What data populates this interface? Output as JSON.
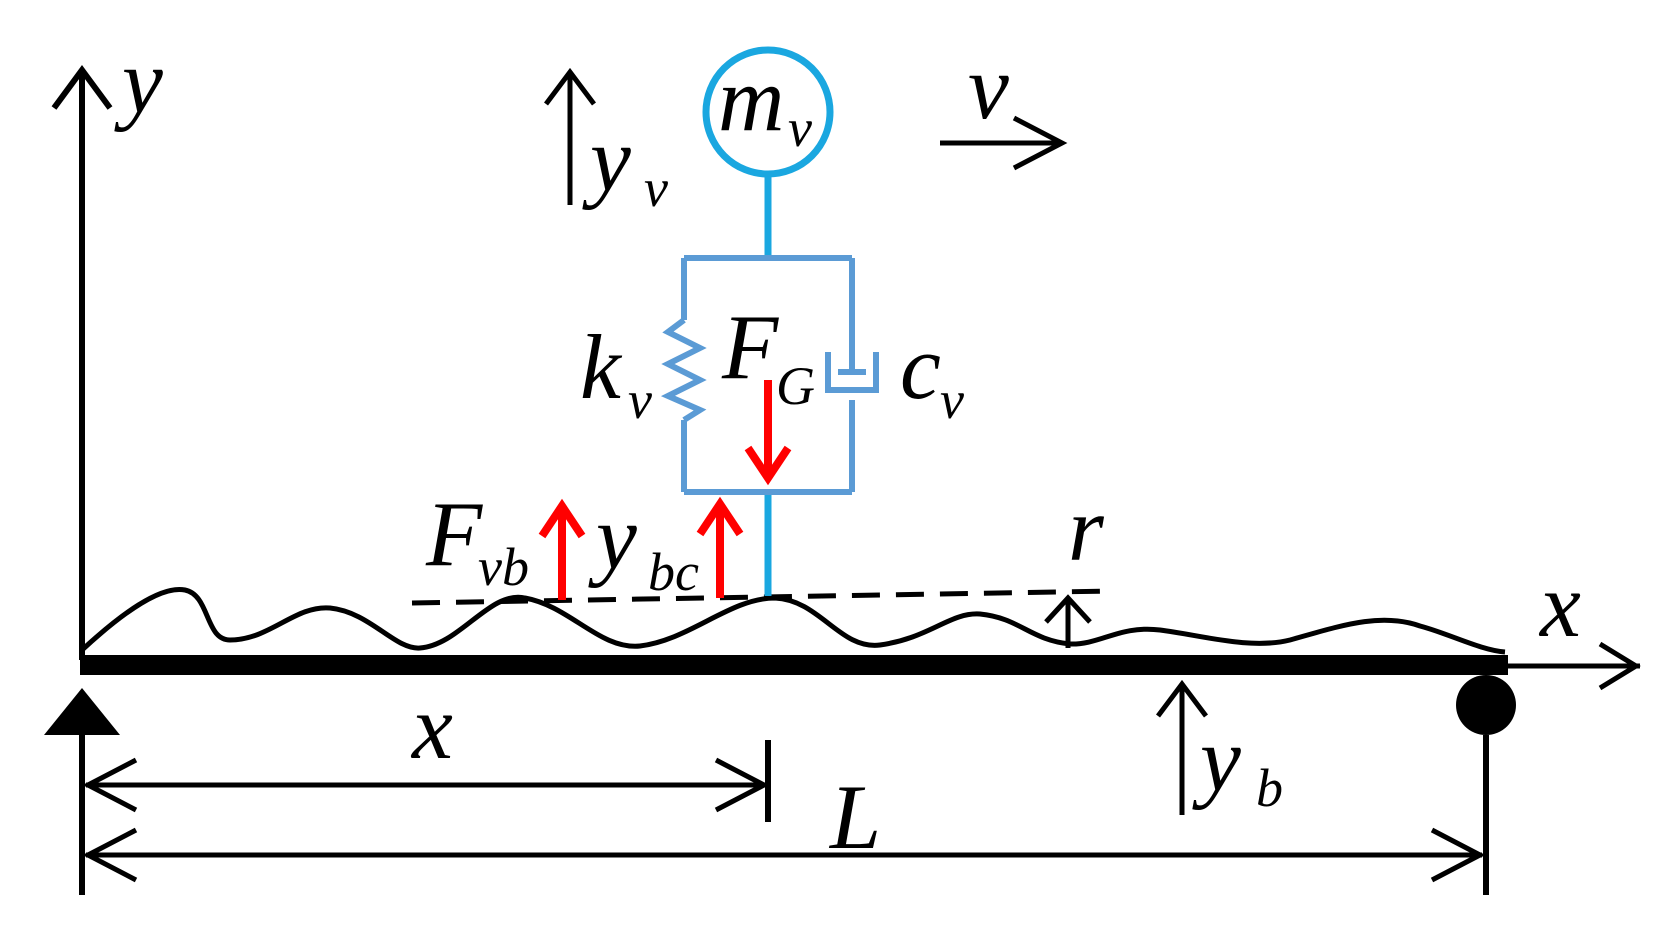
{
  "colors": {
    "ink": "#000000",
    "vehicle": "#1aa7e0",
    "suspension": "#5b9bd5",
    "force": "#ff0000"
  },
  "labels": {
    "y_axis": "y",
    "x_axis": "x",
    "mass": {
      "main": "m",
      "sub": "v"
    },
    "velocity": "v",
    "vehicle_disp": {
      "main": "y",
      "sub": "v"
    },
    "stiffness": {
      "main": "k",
      "sub": "v"
    },
    "damping": {
      "main": "c",
      "sub": "v"
    },
    "gravity": {
      "main": "F",
      "sub": "G"
    },
    "contact_force": {
      "main": "F",
      "sub": "vb"
    },
    "contact_disp": {
      "main": "y",
      "sub": "bc"
    },
    "roughness": "r",
    "position": "x",
    "span": "L",
    "beam_disp": {
      "main": "y",
      "sub": "b"
    }
  },
  "icons": {
    "support_left": "pin-support-triangle-icon",
    "support_right": "roller-support-circle-icon",
    "spring": "spring-zigzag-icon",
    "damper": "dashpot-icon"
  }
}
